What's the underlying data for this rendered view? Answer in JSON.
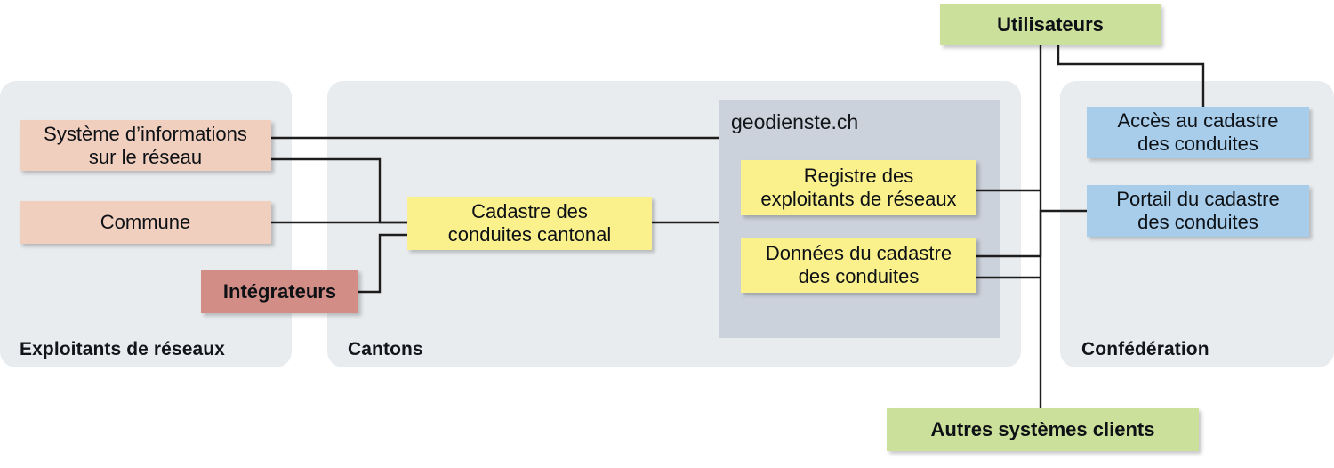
{
  "diagram": {
    "title_visible": false,
    "colors": {
      "panel_bg": "#e9ecef",
      "subpanel_bg": "#ccd2db",
      "pink": "#f1cfbe",
      "red": "#d28d87",
      "yellow": "#fbf18c",
      "blue": "#a8cdeb",
      "green": "#cbe09a",
      "line": "#1d1d1d",
      "text": "#0d1115"
    }
  },
  "panels": [
    {
      "id": "operators",
      "label": "Exploitants de réseaux"
    },
    {
      "id": "cantons",
      "label": "Cantons"
    },
    {
      "id": "confederation",
      "label": "Confédération"
    }
  ],
  "subpanel": {
    "title": "geodienste.ch"
  },
  "nodes": {
    "network_info_system": {
      "line1": "Système d’informations",
      "line2": "sur le réseau"
    },
    "commune": {
      "line1": "Commune",
      "line2": ""
    },
    "integrators": {
      "line1": "Intégrateurs",
      "line2": ""
    },
    "cantonal_cadastre": {
      "line1": "Cadastre des",
      "line2": "conduites cantonal"
    },
    "operators_register": {
      "line1": "Registre des",
      "line2": "exploitants de réseaux"
    },
    "cadastre_data": {
      "line1": "Données du cadastre",
      "line2": "des conduites"
    },
    "cadastre_access": {
      "line1": "Accès au cadastre",
      "line2": "des conduites"
    },
    "cadastre_portal": {
      "line1": "Portail du cadastre",
      "line2": "des conduites"
    },
    "users": {
      "line1": "Utilisateurs",
      "line2": ""
    },
    "other_clients": {
      "line1": "Autres systèmes clients",
      "line2": ""
    }
  }
}
